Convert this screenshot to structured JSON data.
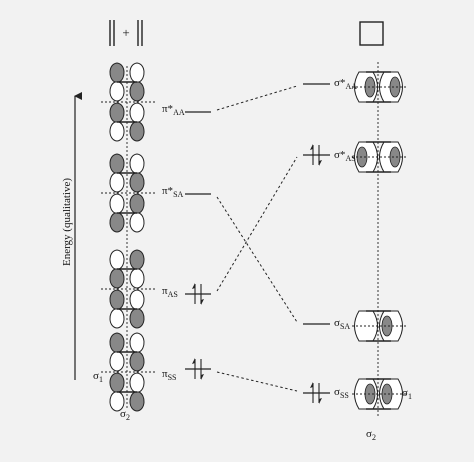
{
  "header": {
    "left_symbol": "‖ + ‖",
    "right_symbol": "□"
  },
  "axis": {
    "label": "Energy (qualitative)"
  },
  "left_levels": [
    {
      "main": "π*",
      "sub": "AA",
      "electrons": 0
    },
    {
      "main": "π*",
      "sub": "SA",
      "electrons": 0
    },
    {
      "main": "π",
      "sub": "AS",
      "electrons": 2
    },
    {
      "main": "π",
      "sub": "SS",
      "electrons": 2
    }
  ],
  "right_levels": [
    {
      "main": "σ*",
      "sub": "AA",
      "electrons": 0
    },
    {
      "main": "σ*",
      "sub": "AS",
      "electrons": 2
    },
    {
      "main": "σ",
      "sub": "SA",
      "electrons": 0
    },
    {
      "main": "σ",
      "sub": "SS",
      "electrons": 2
    }
  ],
  "symmetry_labels": {
    "sigma1": "σ",
    "sigma1_sub": "1",
    "sigma2": "σ",
    "sigma2_sub": "2"
  },
  "colors": {
    "line": "#222222",
    "background": "#f2f2f2",
    "shaded_lobe": "#888888"
  }
}
